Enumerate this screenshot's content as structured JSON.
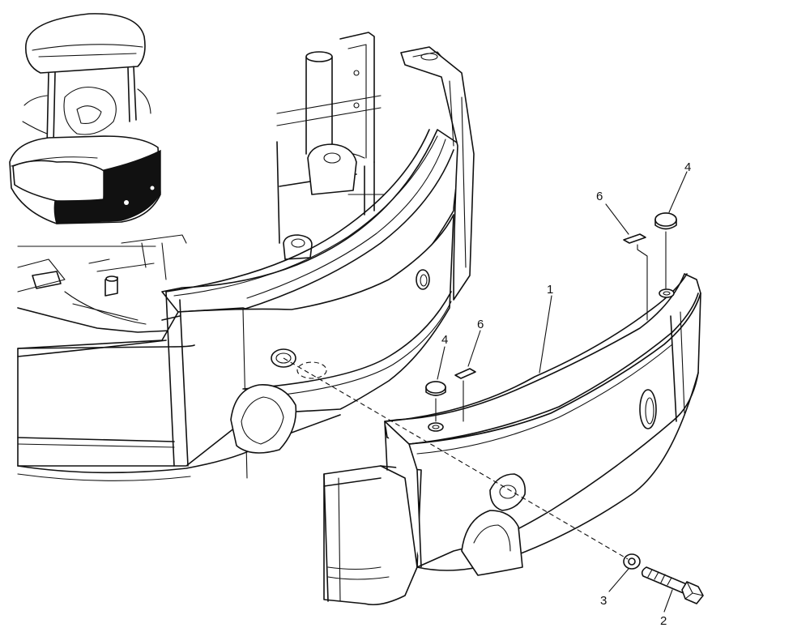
{
  "callouts": [
    {
      "label": "1"
    },
    {
      "label": "2"
    },
    {
      "label": "3"
    },
    {
      "label": "4"
    },
    {
      "label": "4"
    },
    {
      "label": "6"
    },
    {
      "label": "6"
    }
  ]
}
